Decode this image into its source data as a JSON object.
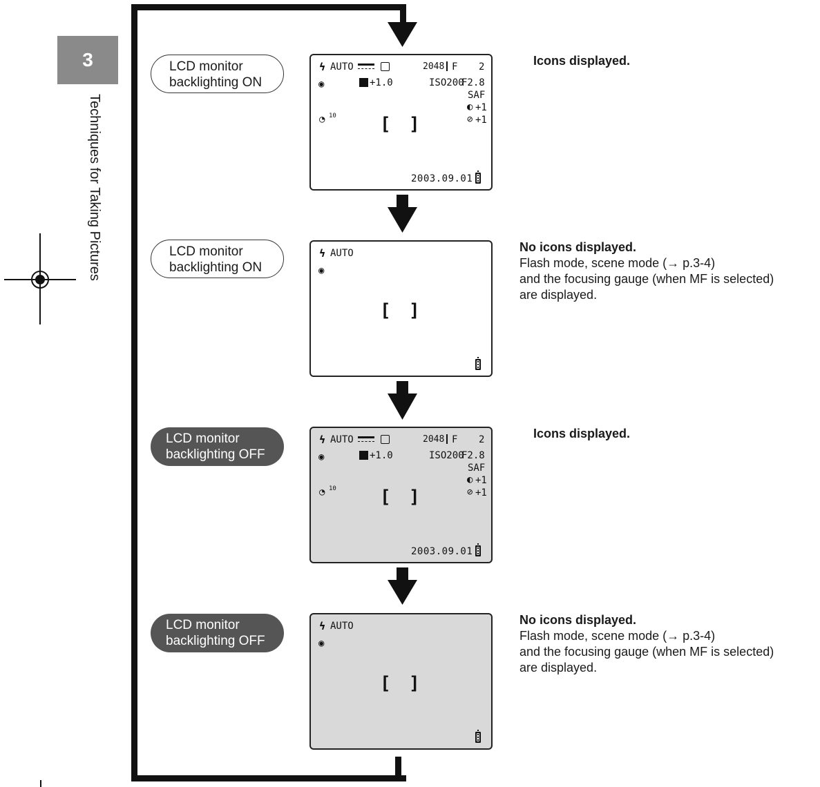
{
  "chapter": {
    "number": "3",
    "title": "Techniques for Taking Pictures"
  },
  "steps": [
    {
      "label_line1": "LCD monitor",
      "label_line2": "backlighting ON",
      "icons_displayed": true,
      "heading": "Icons displayed.",
      "body": []
    },
    {
      "label_line1": "LCD monitor",
      "label_line2": "backlighting ON",
      "icons_displayed": false,
      "heading": "No icons displayed.",
      "body": [
        "Flash mode, scene mode (→ p.3-4)",
        "and the focusing gauge (when MF is selected)",
        "are displayed."
      ]
    },
    {
      "label_line1": "LCD monitor",
      "label_line2": "backlighting OFF",
      "icons_displayed": true,
      "heading": "Icons displayed.",
      "body": []
    },
    {
      "label_line1": "LCD monitor",
      "label_line2": "backlighting OFF",
      "icons_displayed": false,
      "heading": "No icons displayed.",
      "body": [
        "Flash mode, scene mode (→ p.3-4)",
        "and the focusing gauge (when MF is selected)",
        "are displayed."
      ]
    }
  ],
  "lcd": {
    "flash_mode": "AUTO",
    "resolution": "2048",
    "quality": "F",
    "frames_remaining": "2",
    "exposure_comp": "+1.0",
    "iso": "ISO200",
    "aperture": "F2.8",
    "focus_mode": "SAF",
    "contrast": "+1",
    "sharpness": "+1",
    "self_timer": "10",
    "date": "2003.09.01"
  },
  "colors": {
    "tab": "#8a8a8a",
    "label_off": "#555555",
    "lcd_off_bg": "#d9d9d9"
  }
}
